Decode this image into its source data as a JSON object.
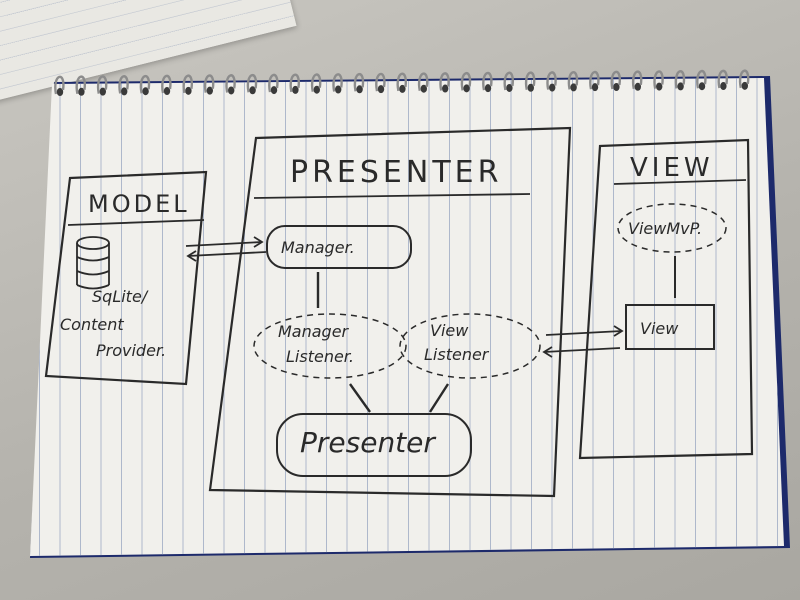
{
  "diagram": {
    "model": {
      "title": "MODEL",
      "storage_line1": "SqLite/",
      "storage_line2": "Content",
      "storage_line3": "Provider."
    },
    "presenter": {
      "title": "PRESENTER",
      "manager": "Manager.",
      "manager_listener_line1": "Manager",
      "manager_listener_line2": "Listener.",
      "view_listener_line1": "View",
      "view_listener_line2": "Listener",
      "presenter_node": "Presenter"
    },
    "view": {
      "title": "VIEW",
      "view_mvp": "ViewMvP.",
      "view_node": "View"
    }
  },
  "colors": {
    "ink": "#2a2a2a",
    "paper": "#f2f1ee",
    "rule": "#9aa7bf",
    "cover": "#1d2a6b",
    "spiral": "#8a8a8a"
  }
}
